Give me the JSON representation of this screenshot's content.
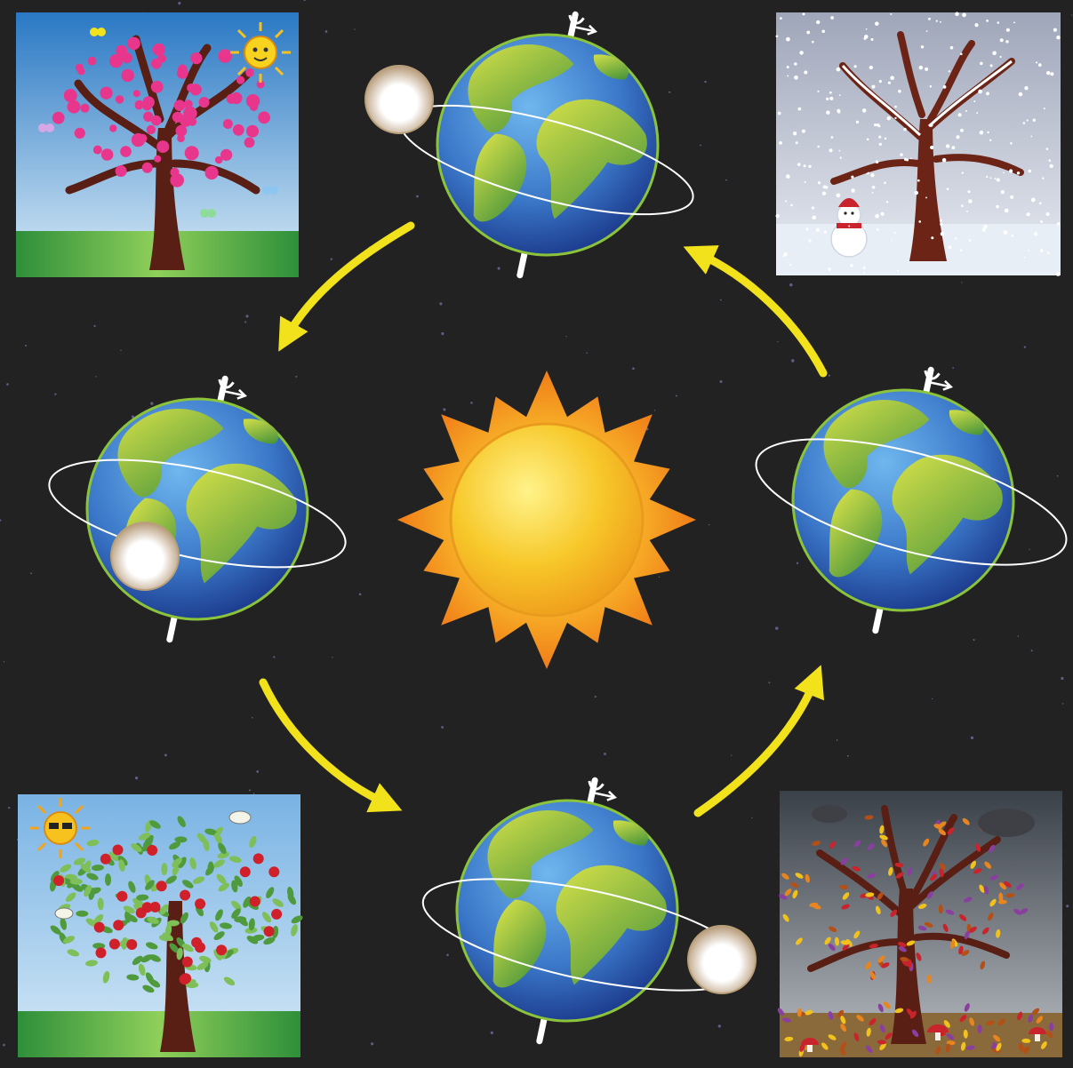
{
  "diagram": {
    "colors": {
      "background": "#232222",
      "arrow": "#f2e21c",
      "ocean": "#2f63b8",
      "land": "#8fc43a",
      "sun": "#f7c82a",
      "sun_rays": "#f59a1f",
      "orbit_line": "#ffffff",
      "moon": "#f4efe6"
    },
    "icons": [
      "sun-icon",
      "earth-icon",
      "moon-icon",
      "cycle-arrow-icon",
      "spring-tree-icon",
      "summer-tree-icon",
      "autumn-tree-icon",
      "winter-tree-icon",
      "snowman-icon",
      "cloud-icon",
      "bird-icon",
      "butterfly-icon",
      "mushroom-icon"
    ],
    "panels": [
      "spring-blossom-tree",
      "winter-snow-tree",
      "summer-apple-tree",
      "autumn-falling-leaves-tree"
    ],
    "earth_positions": [
      "top",
      "left",
      "bottom",
      "right"
    ],
    "arrow_direction": "counter-clockwise"
  }
}
